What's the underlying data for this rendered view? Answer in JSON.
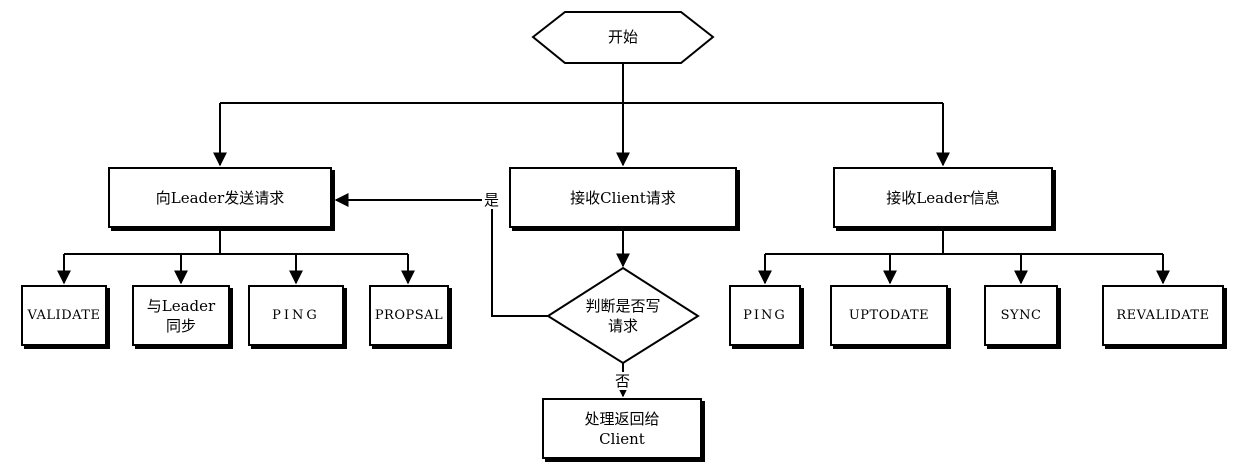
{
  "nodes": {
    "start": "开始",
    "send_to_leader": "向Leader发送请求",
    "receive_client": "接收Client请求",
    "receive_leader": "接收Leader信息",
    "validate": "VALIDATE",
    "sync_with_leader_line1": "与Leader",
    "sync_with_leader_line2": "同步",
    "ping_left": "PING",
    "propsal": "PROPSAL",
    "decision_line1": "判断是否写",
    "decision_line2": "请求",
    "process_line1": "处理返回给",
    "process_line2": "Client",
    "ping_right": "PING",
    "uptodate": "UPTODATE",
    "sync": "SYNC",
    "revalidate": "REVALIDATE"
  },
  "edge_labels": {
    "yes": "是",
    "no": "否"
  }
}
